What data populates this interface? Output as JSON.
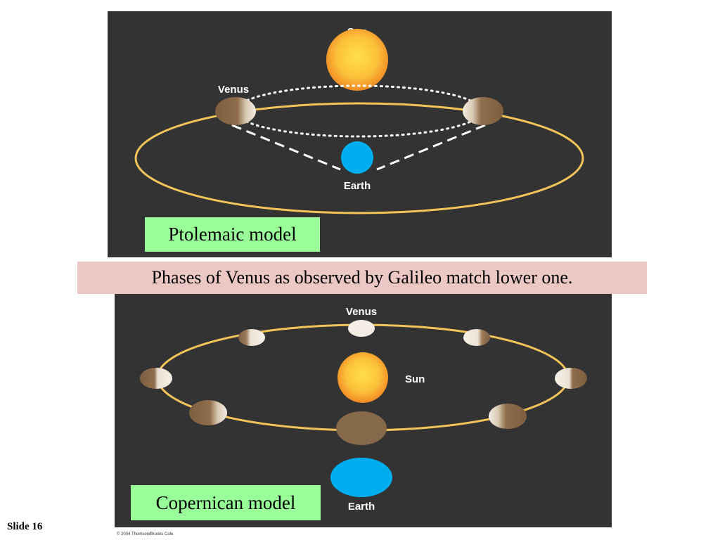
{
  "ptolemaic": {
    "sun_label": "Sun",
    "venus_label": "Venus",
    "earth_label": "Earth",
    "model_label": "Ptolemaic model"
  },
  "caption": "Phases of Venus as observed by Galileo match lower one.",
  "copernican": {
    "venus_label": "Venus",
    "sun_label": "Sun",
    "earth_label": "Earth",
    "model_label": "Copernican model"
  },
  "slide_number": "Slide 16",
  "copyright": "© 2004 Thomson/Brooks Cole",
  "colors": {
    "panel_background": "#333333",
    "orbit": "#f2c45a",
    "earth": "#00aeef",
    "venus_dark": "#8a6a48",
    "venus_light": "#f3ede3",
    "sun_core": "#ffe04a",
    "sun_edge": "#f39a2a",
    "model_label_background": "#99ff99",
    "caption_background": "#ecc8c4"
  }
}
